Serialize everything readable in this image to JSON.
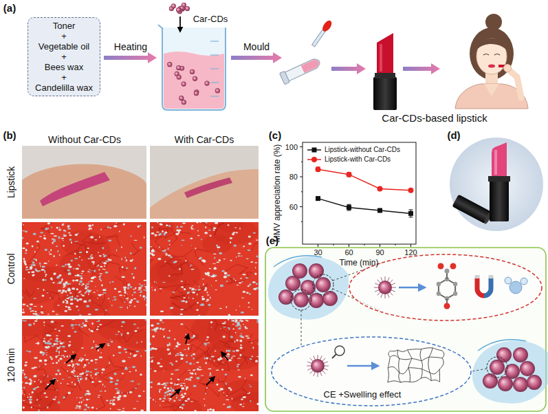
{
  "diagram": {
    "nodes": [
      {
        "text": [
          "Toner",
          "+",
          "Vegetable oil",
          "+",
          "Bees wax",
          "+",
          "Candelilla wax"
        ]
      }
    ],
    "labels": [
      "(a)",
      "Car-CDs",
      "Heating",
      "Mould",
      "Car-CDs-based lipstick",
      "(b)",
      "Without Car-CDs",
      "With Car-CDs",
      "Lipstick",
      "Control",
      "120 min",
      "(c)",
      "100",
      "80",
      "60",
      "30",
      "60",
      "90",
      "120",
      "Time (min)",
      "MMV appreciation rate (%)",
      "(d)",
      "(e)",
      "CE +Swelling effect"
    ],
    "legend": [
      {
        "text": "Lipstick-without Car-CDs"
      },
      {
        "text": "Lipstick-with Car-CDs"
      }
    ]
  }
}
